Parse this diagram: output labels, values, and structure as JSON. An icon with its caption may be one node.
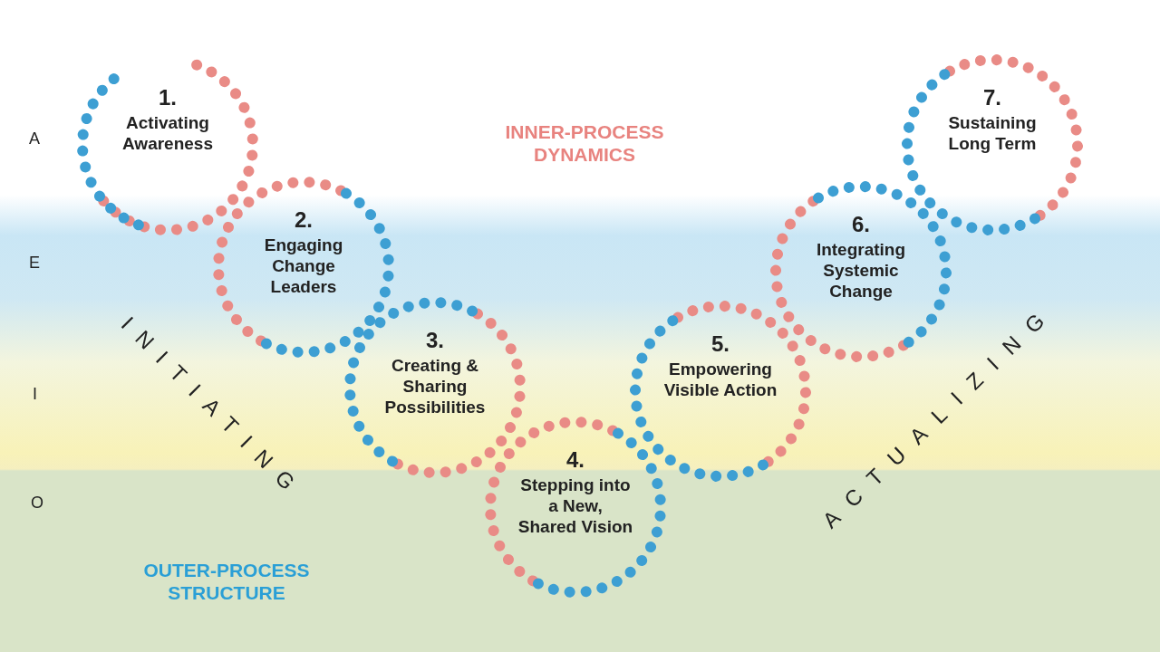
{
  "diagram": {
    "nodes": [
      {
        "text": [
          "1.",
          "Activating Awareness"
        ]
      },
      {
        "text": [
          "2.",
          "Engaging Change Leaders"
        ]
      },
      {
        "text": [
          "3.",
          "Creating & Sharing Possibilities"
        ]
      },
      {
        "text": [
          "4.",
          "Stepping into a New, Shared Vision"
        ]
      },
      {
        "text": [
          "5.",
          "Empowering Visible Action"
        ]
      },
      {
        "text": [
          "6.",
          "Integrating Systemic Change"
        ]
      },
      {
        "text": [
          "7.",
          "Sustaining Long Term"
        ]
      }
    ],
    "labels": [
      "A",
      "INNER-PROCESS DYNAMICS",
      "E",
      "I",
      "INITIATING",
      "ACTUALIZING",
      "O",
      "OUTER-PROCESS STRUCTURE"
    ]
  }
}
